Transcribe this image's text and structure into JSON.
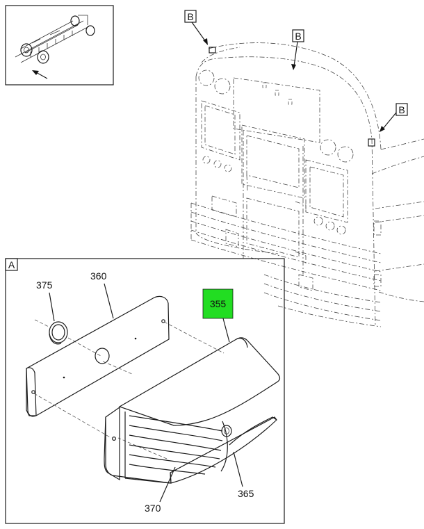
{
  "callouts": {
    "b1": "B",
    "b2": "B",
    "b3": "B",
    "a": "A"
  },
  "parts": {
    "p355": "355",
    "p360": "360",
    "p365": "365",
    "p370": "370",
    "p375": "375"
  },
  "colors": {
    "highlight": "#22dd22",
    "line": "#1a1a1a"
  }
}
